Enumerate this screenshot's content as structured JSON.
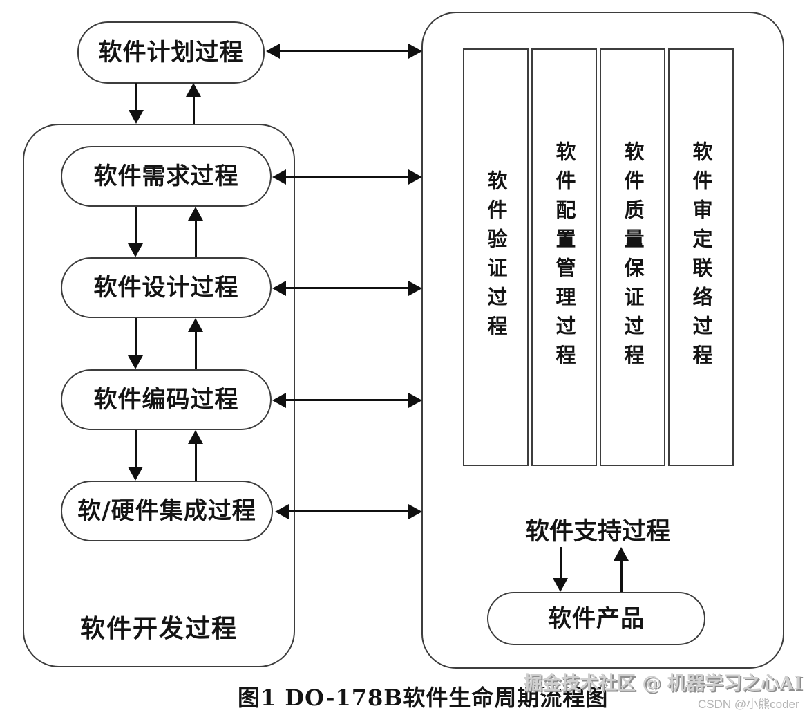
{
  "diagram": {
    "planning_box": {
      "label": "软件计划过程"
    },
    "development_group": {
      "label": "软件开发过程",
      "boxes": [
        {
          "label": "软件需求过程"
        },
        {
          "label": "软件设计过程"
        },
        {
          "label": "软件编码过程"
        },
        {
          "label": "软/硬件集成过程"
        }
      ]
    },
    "integral_columns": [
      {
        "label": "软件验证过程"
      },
      {
        "label": "软件配置管理过程"
      },
      {
        "label": "软件质量保证过程"
      },
      {
        "label": "软件审定联络过程"
      }
    ],
    "support_process": {
      "label": "软件支持过程"
    },
    "product_box": {
      "label": "软件产品"
    },
    "caption": "图1 DO-178B软件生命周期流程图",
    "watermark": {
      "community": "掘金技术社区 @ 机器学习之心AI",
      "csdn": "CSDN @小熊coder"
    },
    "colors": {
      "border": "#3d3d3d",
      "arrow": "#101010",
      "text": "#141414",
      "background": "#ffffff",
      "watermark_fill": "#cfcfcf",
      "watermark_shadow": "#8d8d8d",
      "watermark_csdn": "#b3b3b3"
    }
  }
}
